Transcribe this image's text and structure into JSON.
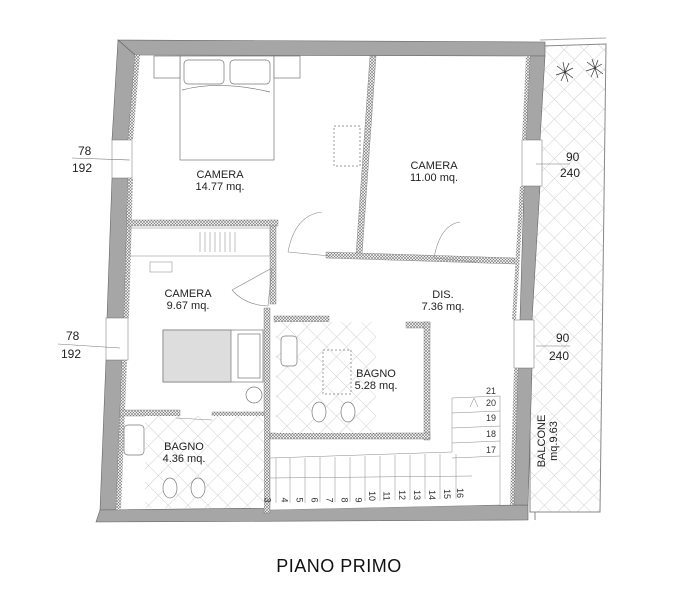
{
  "plan": {
    "title": "PIANO PRIMO",
    "rooms": [
      {
        "name": "CAMERA",
        "area": "14.77 mq."
      },
      {
        "name": "CAMERA",
        "area": "11.00 mq."
      },
      {
        "name": "CAMERA",
        "area": "9.67 mq."
      },
      {
        "name": "DIS.",
        "area": "7.36 mq."
      },
      {
        "name": "BAGNO",
        "area": "5.28 mq."
      },
      {
        "name": "BAGNO",
        "area": "4.36 mq."
      }
    ],
    "balcony": {
      "name": "BALCONE",
      "area": "mq.9.63"
    },
    "windows": [
      {
        "width": "78",
        "height": "192"
      },
      {
        "width": "78",
        "height": "192"
      },
      {
        "width": "90",
        "height": "240"
      },
      {
        "width": "90",
        "height": "240"
      }
    ],
    "stairs": {
      "steps_bottom": [
        "3",
        "4",
        "5",
        "6",
        "7",
        "8",
        "9",
        "10",
        "11",
        "12",
        "13",
        "14",
        "15",
        "16"
      ],
      "steps_right": [
        "17",
        "18",
        "19",
        "20",
        "21"
      ]
    },
    "colors": {
      "wall": "#a6a6a6",
      "partition_hatch": "#8a8a8a",
      "line": "#555555",
      "tile": "#b9b9b9"
    }
  }
}
